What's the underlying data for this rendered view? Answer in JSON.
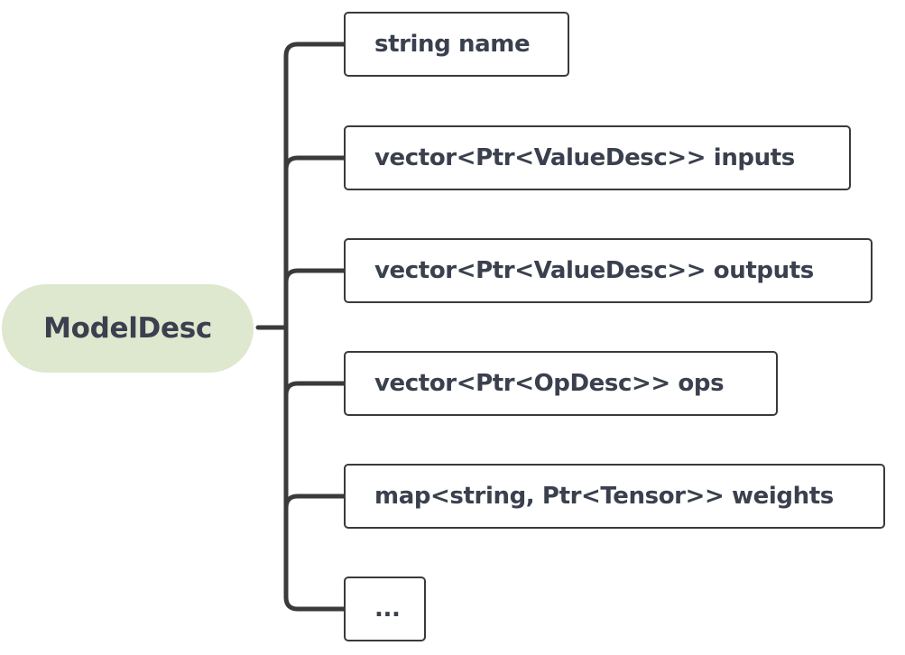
{
  "root": {
    "label": "ModelDesc"
  },
  "children": [
    {
      "label": "string name"
    },
    {
      "label": "vector<Ptr<ValueDesc>> inputs"
    },
    {
      "label": "vector<Ptr<ValueDesc>> outputs"
    },
    {
      "label": "vector<Ptr<OpDesc>> ops"
    },
    {
      "label": "map<string, Ptr<Tensor>> weights"
    },
    {
      "label": "..."
    }
  ],
  "colors": {
    "root_fill": "#dde8cf",
    "text": "#3a404d",
    "line": "#3a3a3a",
    "box_border": "#3a3a3a"
  }
}
